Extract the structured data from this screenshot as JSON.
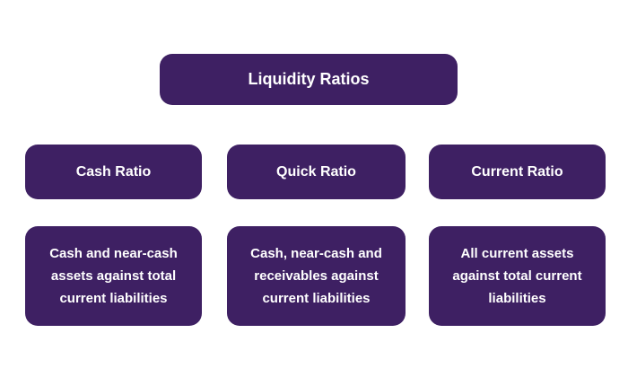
{
  "diagram": {
    "title": "Liquidity Ratios",
    "colors": {
      "box_background": "#3E2063",
      "box_text": "#FFFFFF",
      "page_background": "#FFFFFF"
    },
    "columns": [
      {
        "label": "Cash Ratio",
        "description": "Cash and near-cash assets against total current liabilities"
      },
      {
        "label": "Quick Ratio",
        "description": "Cash, near-cash and receivables against current liabilities"
      },
      {
        "label": "Current Ratio",
        "description": "All current assets against total current liabilities"
      }
    ]
  }
}
